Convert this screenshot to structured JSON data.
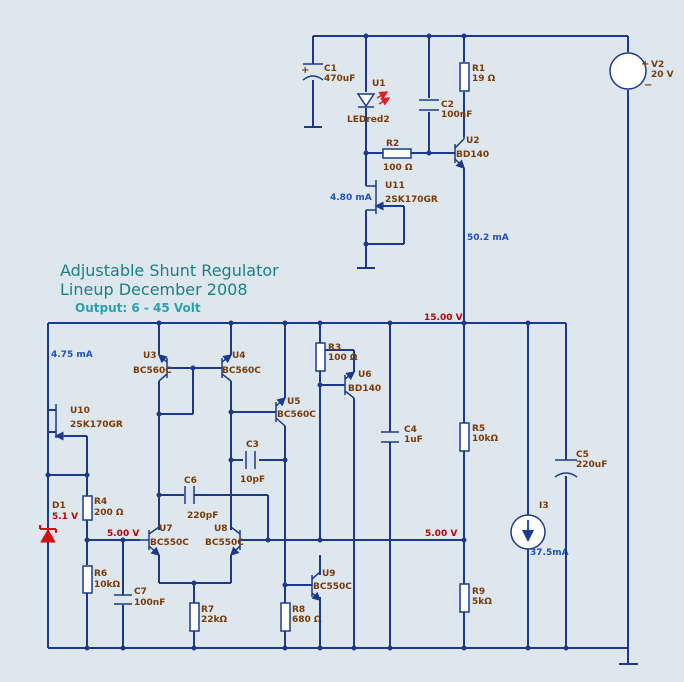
{
  "title": {
    "line1": "Adjustable Shunt Regulator",
    "line2": "Lineup December 2008",
    "output": "Output: 6 - 45 Volt"
  },
  "colors": {
    "wire": "#1c3a8a",
    "label": "#7a3a08",
    "current": "#1f4fc8",
    "voltage": "#c00000",
    "title": "#1a7f86",
    "led": "#e02020",
    "zener": "#d01010"
  },
  "components": {
    "C1": {
      "name": "C1",
      "value": "470uF"
    },
    "U1": {
      "name": "U1",
      "value": "LEDred2"
    },
    "C2": {
      "name": "C2",
      "value": "100nF"
    },
    "R1": {
      "name": "R1",
      "value": "19 Ω"
    },
    "R2": {
      "name": "R2",
      "value": "100 Ω"
    },
    "U2": {
      "name": "U2",
      "value": "BD140"
    },
    "U11": {
      "name": "U11",
      "value": "2SK170GR"
    },
    "V2": {
      "name": "V2",
      "value": "20 V"
    },
    "U3": {
      "name": "U3",
      "value": "BC560C"
    },
    "U4": {
      "name": "U4",
      "value": "BC560C"
    },
    "R3": {
      "name": "R3",
      "value": "100 Ω"
    },
    "U6": {
      "name": "U6",
      "value": "BD140"
    },
    "U5": {
      "name": "U5",
      "value": "BC560C"
    },
    "U10": {
      "name": "U10",
      "value": "2SK170GR"
    },
    "C3": {
      "name": "C3",
      "value": "10pF"
    },
    "C4": {
      "name": "C4",
      "value": "1uF"
    },
    "R5": {
      "name": "R5",
      "value": "10kΩ"
    },
    "C5": {
      "name": "C5",
      "value": "220uF"
    },
    "C6": {
      "name": "C6",
      "value": "220pF"
    },
    "D1": {
      "name": "D1",
      "value": "5.1 V"
    },
    "R4": {
      "name": "R4",
      "value": "200 Ω"
    },
    "U7": {
      "name": "U7",
      "value": "BC550C"
    },
    "U8": {
      "name": "U8",
      "value": "BC550C"
    },
    "I3": {
      "name": "I3",
      "value": "37.5mA"
    },
    "R6": {
      "name": "R6",
      "value": "10kΩ"
    },
    "C7": {
      "name": "C7",
      "value": "100nF"
    },
    "R7": {
      "name": "R7",
      "value": "22kΩ"
    },
    "R8": {
      "name": "R8",
      "value": "680 Ω"
    },
    "U9": {
      "name": "U9",
      "value": "BC550C"
    },
    "R9": {
      "name": "R9",
      "value": "5kΩ"
    }
  },
  "probes": {
    "i_u11": "4.80 mA",
    "i_r1": "50.2 mA",
    "i_u10": "4.75 mA",
    "v_rail": "15.00 V",
    "v_ref": "5.00 V",
    "v_fb": "5.00 V"
  },
  "polarity": {
    "plus": "+",
    "minus": "−",
    "c1_plus": "+"
  }
}
